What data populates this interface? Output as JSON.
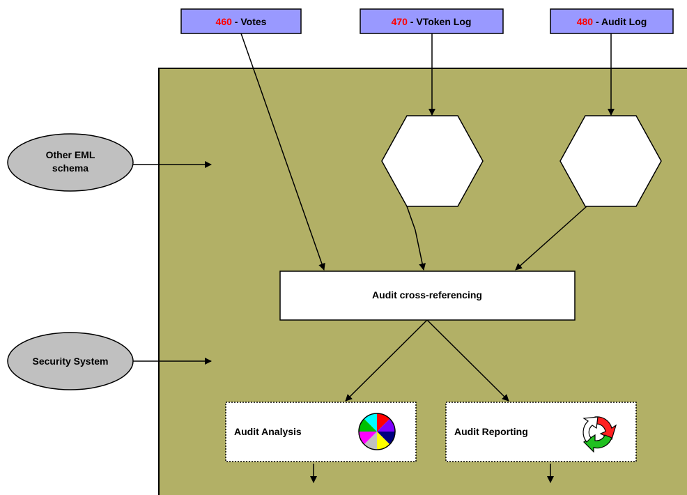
{
  "colors": {
    "panel_fill": "#B2B066",
    "input_box_fill": "#9999FF",
    "number_red": "#FF0000",
    "oval_fill": "#C0C0C0",
    "process_fill": "#FFFFFF",
    "line": "#000000"
  },
  "inputs": [
    {
      "number": "460",
      "label": " - Votes"
    },
    {
      "number": "470",
      "label": " - VToken Log"
    },
    {
      "number": "480",
      "label": " - Audit Log"
    }
  ],
  "external_sources": [
    {
      "line1": "Other EML",
      "line2": "schema"
    },
    {
      "line1": "Security System",
      "line2": ""
    }
  ],
  "process": {
    "label": "Audit cross-referencing"
  },
  "outputs": [
    {
      "label": "Audit Analysis",
      "icon": "color-wheel-icon"
    },
    {
      "label": "Audit Reporting",
      "icon": "recycle-arrows-icon"
    }
  ]
}
